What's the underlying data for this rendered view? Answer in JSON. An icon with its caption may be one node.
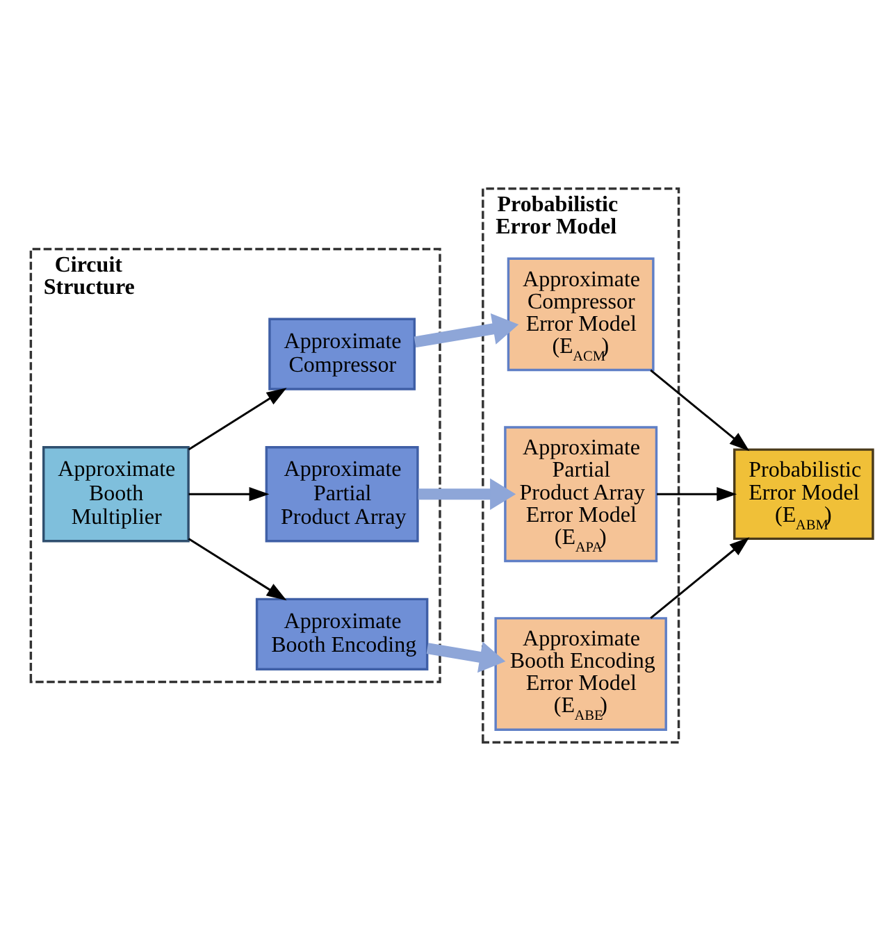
{
  "diagram": {
    "nodes": [
      {
        "text": [
          "Circuit Structure"
        ]
      },
      {
        "text": [
          "Approximate Booth Multiplier"
        ],
        "in": 0
      },
      {
        "text": [
          "Approximate Booth Encoding"
        ],
        "in": 0
      },
      {
        "text": [
          "Approximate Partial Product Array"
        ],
        "in": 0
      },
      {
        "text": [
          "Approximate Compressor"
        ],
        "in": 0
      },
      {
        "text": [
          "Probabilistic Error Model"
        ]
      },
      {
        "text": [
          "Approximate Booth Encoding Error Model",
          "(E$_{ABE}$)"
        ],
        "in": 5
      },
      {
        "text": [
          "Approximate Partial Product Array Error Model",
          "(E$_{APA}$)"
        ],
        "in": 5
      },
      {
        "text": [
          "Approximate Compressor Error Model",
          "(E$_{ACM}$)"
        ],
        "in": 5
      },
      {
        "text": [
          "Probabilistic Error Model",
          "(E$_{ABM}$)"
        ]
      }
    ],
    "edges": [
      {
        "from": 1,
        "to": 2,
        "arrow": "to"
      },
      {
        "from": 1,
        "to": 3,
        "arrow": "to"
      },
      {
        "from": 1,
        "to": 4,
        "arrow": "to"
      },
      {
        "from": 2,
        "to": 6,
        "arrow": "to",
        "style": "thick",
        "color": "#8ea6d8"
      },
      {
        "from": 3,
        "to": 7,
        "arrow": "to",
        "style": "thick",
        "color": "#8ea6d8"
      },
      {
        "from": 4,
        "to": 8,
        "arrow": "to",
        "style": "thick",
        "color": "#8ea6d8"
      },
      {
        "from": 6,
        "to": 9,
        "arrow": "to"
      },
      {
        "from": 7,
        "to": 9,
        "arrow": "to"
      },
      {
        "from": 8,
        "to": 9,
        "arrow": "to"
      }
    ]
  }
}
